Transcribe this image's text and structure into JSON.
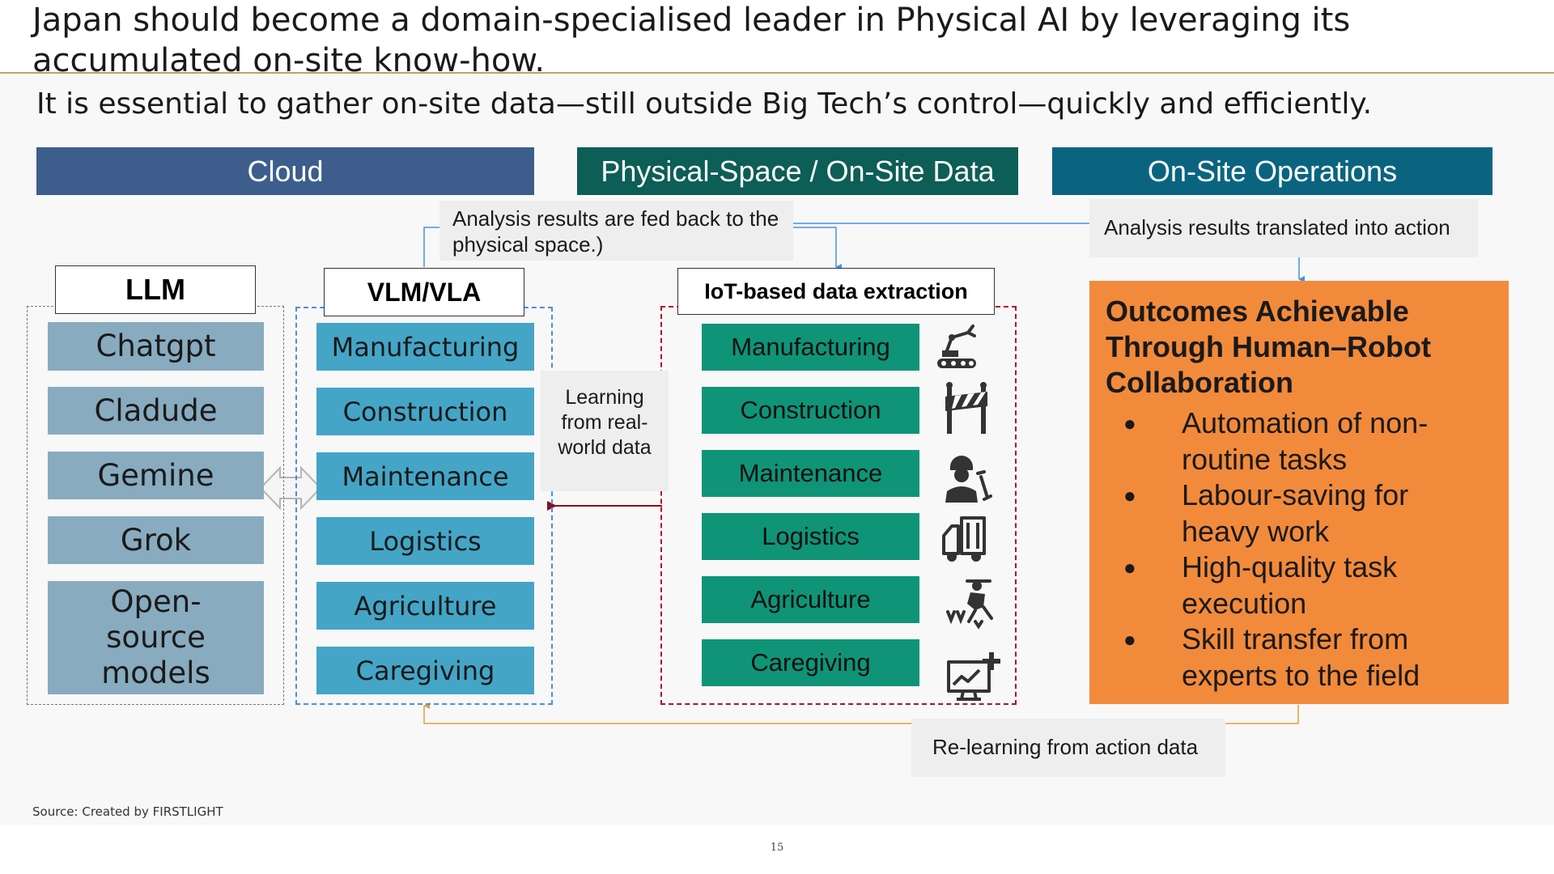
{
  "title": "Japan should become a domain-specialised leader in Physical AI by leveraging its accumulated on-site know-how.",
  "subtitle": "It is essential to gather on-site data—still outside Big Tech’s control—quickly and efficiently.",
  "headers": {
    "cloud": "Cloud",
    "physical": "Physical-Space / On-Site Data",
    "operations": "On-Site Operations"
  },
  "llm": {
    "label": "LLM",
    "items": [
      "Chatgpt",
      "Cladude",
      "Gemine",
      "Grok",
      "Open-source models"
    ]
  },
  "vlm": {
    "label": "VLM/VLA",
    "items": [
      "Manufacturing",
      "Construction",
      "Maintenance",
      "Logistics",
      "Agriculture",
      "Caregiving"
    ]
  },
  "iot": {
    "label": "IoT-based data extraction",
    "items": [
      "Manufacturing",
      "Construction",
      "Maintenance",
      "Logistics",
      "Agriculture",
      "Caregiving"
    ],
    "icons": [
      "robot-arm-icon",
      "barrier-icon",
      "worker-wrench-icon",
      "truck-icon",
      "farmer-icon",
      "monitor-chart-icon"
    ]
  },
  "notes": {
    "feedback": "Analysis results are fed back to the physical space.)",
    "learning": "Learning from real-world data",
    "action": "Analysis results translated into action",
    "relearning": "Re-learning from action data"
  },
  "outcomes": {
    "title": "Outcomes Achievable Through Human–Robot Collaboration",
    "items": [
      "Automation of non-routine tasks",
      "Labour-saving for heavy work",
      "High-quality task execution",
      "Skill transfer from experts to the field"
    ]
  },
  "colors": {
    "cloud": "#3d5e8c",
    "physical": "#0d5e56",
    "operations": "#0a6480",
    "outcomes": "#f28a3c"
  },
  "source": "Source: Created by FIRSTLIGHT",
  "page_number": "15"
}
